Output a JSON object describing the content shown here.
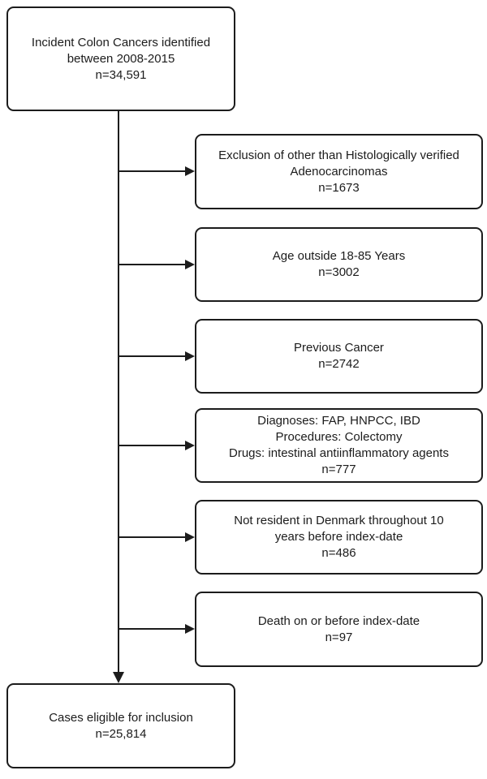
{
  "figure": {
    "type": "flowchart",
    "background": "#ffffff",
    "line_color": "#1c1c1c",
    "box_fill": "#ffffff"
  },
  "flow": {
    "source": {
      "lines": [
        "Incident Colon Cancers identified",
        "between 2008-2015",
        "n=34,591"
      ],
      "n": 34591
    },
    "exclusions": [
      {
        "lines": [
          "Exclusion of other than Histologically verified",
          "Adenocarcinomas",
          "n=1673"
        ],
        "n": 1673
      },
      {
        "lines": [
          "Age outside 18-85 Years",
          "n=3002"
        ],
        "n": 3002
      },
      {
        "lines": [
          "Previous Cancer",
          "n=2742"
        ],
        "n": 2742
      },
      {
        "lines": [
          "Diagnoses: FAP, HNPCC, IBD",
          "Procedures: Colectomy",
          "Drugs: intestinal antiinflammatory agents",
          "n=777"
        ],
        "n": 777
      },
      {
        "lines": [
          "Not resident in Denmark throughout 10",
          "years before index-date",
          "n=486"
        ],
        "n": 486
      },
      {
        "lines": [
          "Death on or  before index-date",
          "n=97"
        ],
        "n": 97
      }
    ],
    "result": {
      "lines": [
        "Cases eligible for inclusion",
        "n=25,814"
      ],
      "n": 25814
    }
  }
}
